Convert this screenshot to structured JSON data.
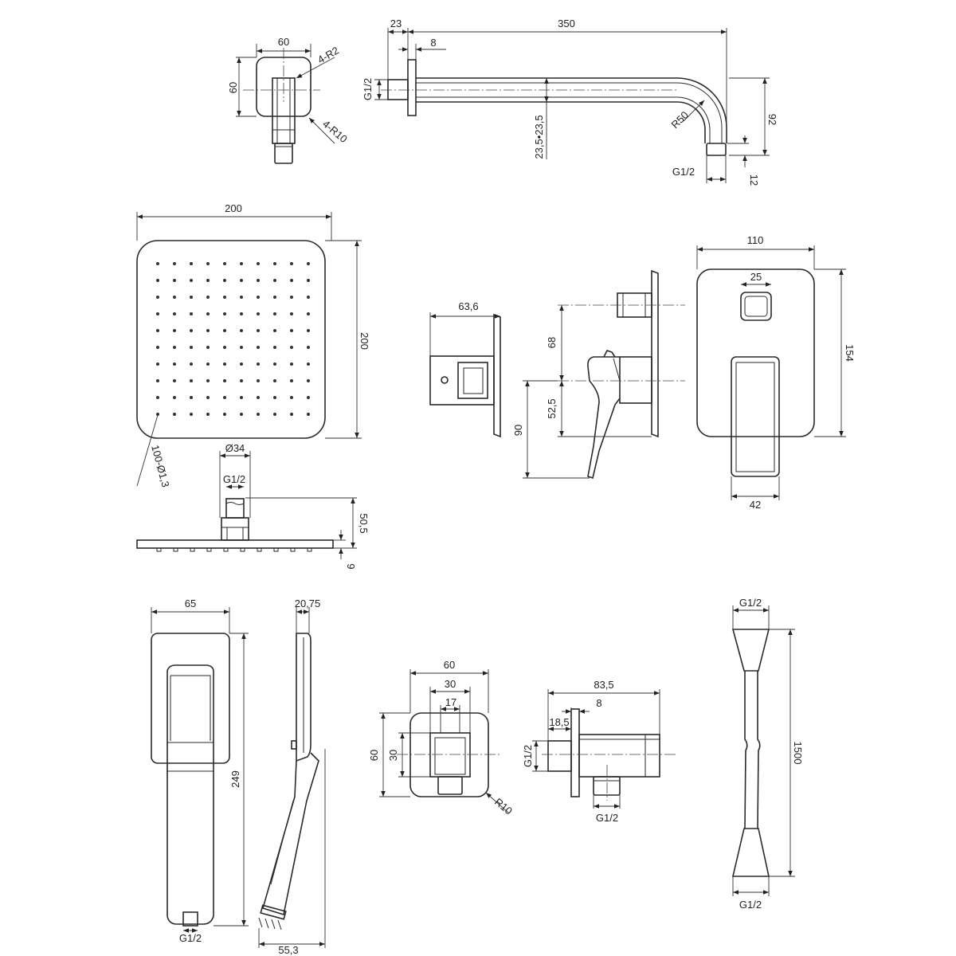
{
  "wall_connector_top": {
    "width": "60",
    "height": "60",
    "corner_small": "4-R2",
    "corner_large": "4-R10"
  },
  "shower_arm": {
    "flange_offset": "23",
    "length": "350",
    "flange_thickness": "8",
    "thread_wall": "G1/2",
    "tube": "23,5•23,5",
    "bend_radius": "R50",
    "drop": "92",
    "tip": "12",
    "thread_head": "G1/2"
  },
  "rain_head_top": {
    "width": "200",
    "height": "200",
    "nozzles": "100-Ø1,3",
    "nozzle_rows": 10,
    "nozzle_cols": 10
  },
  "rain_head_side": {
    "connector_diameter": "Ø34",
    "thread": "G1/2",
    "height": "50,5",
    "plate": "9"
  },
  "mixer_side": {
    "depth": "63,6"
  },
  "mixer_handle_side": {
    "upper": "68",
    "lower": "52,5",
    "handle": "90"
  },
  "mixer_front": {
    "width": "110",
    "button": "25",
    "height": "154",
    "handle": "42"
  },
  "hand_shower_front": {
    "width": "65",
    "length": "249",
    "thread": "G1/2"
  },
  "hand_shower_side": {
    "head": "20,75",
    "depth": "55,3"
  },
  "wall_outlet_front": {
    "width": "60",
    "inner": "30",
    "slot": "17",
    "height": "60",
    "inner_height": "30",
    "radius": "R10"
  },
  "wall_outlet_side": {
    "length": "83,5",
    "flange": "8",
    "offset": "18,5",
    "thread_wall": "G1/2",
    "thread_bottom": "G1/2"
  },
  "hose": {
    "thread_top": "G1/2",
    "length": "1500",
    "thread_bottom": "G1/2"
  }
}
